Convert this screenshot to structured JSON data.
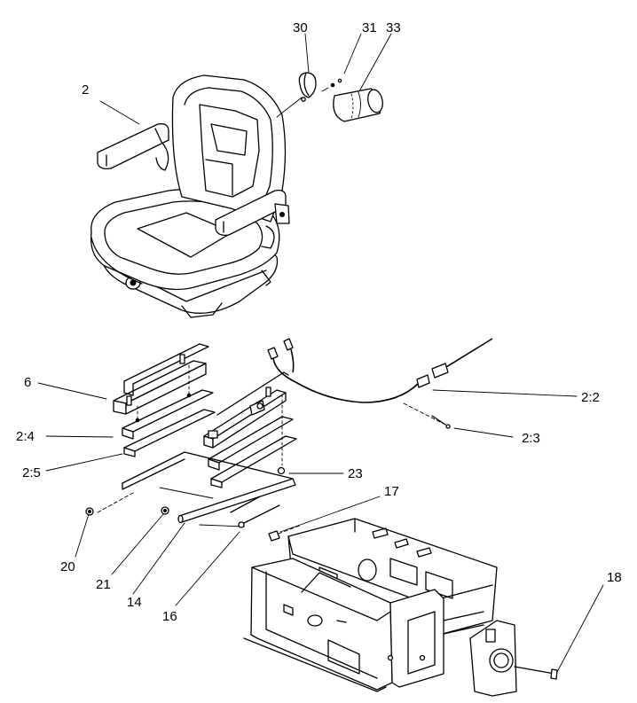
{
  "callouts": {
    "c2": "2",
    "c30": "30",
    "c31": "31",
    "c33": "33",
    "c6": "6",
    "c2_4": "2:4",
    "c2_5": "2:5",
    "c2_2": "2:2",
    "c2_3": "2:3",
    "c23": "23",
    "c17": "17",
    "c20": "20",
    "c21": "21",
    "c14": "14",
    "c16": "16",
    "c18": "18"
  },
  "colors": {
    "line": "#000000",
    "background": "#ffffff"
  }
}
